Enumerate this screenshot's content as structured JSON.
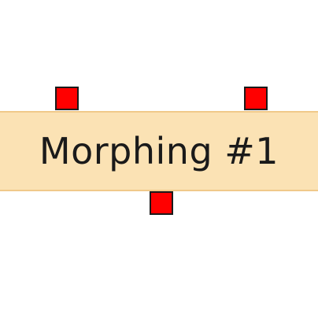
{
  "node": {
    "label": "Morphing #1",
    "fill_color": "#fbe2b4",
    "border_color": "#f0c98a"
  },
  "ports": {
    "color": "#ff0000",
    "inputs": [
      "input-port-1",
      "input-port-2"
    ],
    "outputs": [
      "output-port-1"
    ]
  }
}
